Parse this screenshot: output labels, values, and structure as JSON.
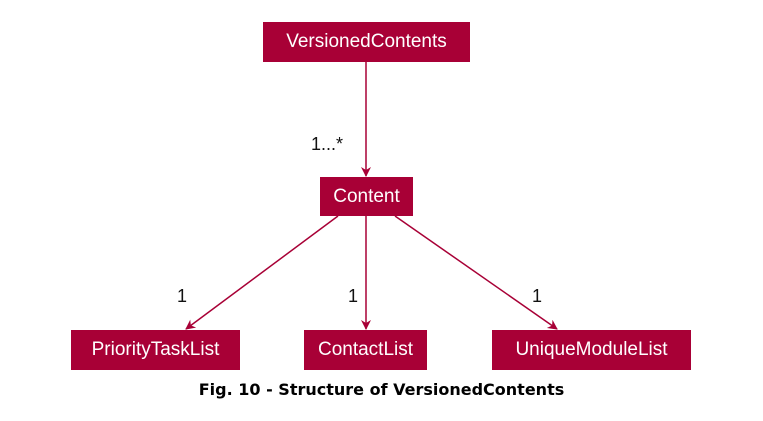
{
  "diagram": {
    "nodes": {
      "versioned_contents": "VersionedContents",
      "content": "Content",
      "priority_task_list": "PriorityTaskList",
      "contact_list": "ContactList",
      "unique_module_list": "UniqueModuleList"
    },
    "multiplicities": {
      "versioned_to_content": "1...*",
      "content_to_priority": "1",
      "content_to_contact": "1",
      "content_to_unique": "1"
    },
    "colors": {
      "node_fill": "#a80036",
      "node_text": "#ffffff",
      "edge": "#a80036"
    }
  },
  "caption": "Fig. 10 - Structure of VersionedContents"
}
